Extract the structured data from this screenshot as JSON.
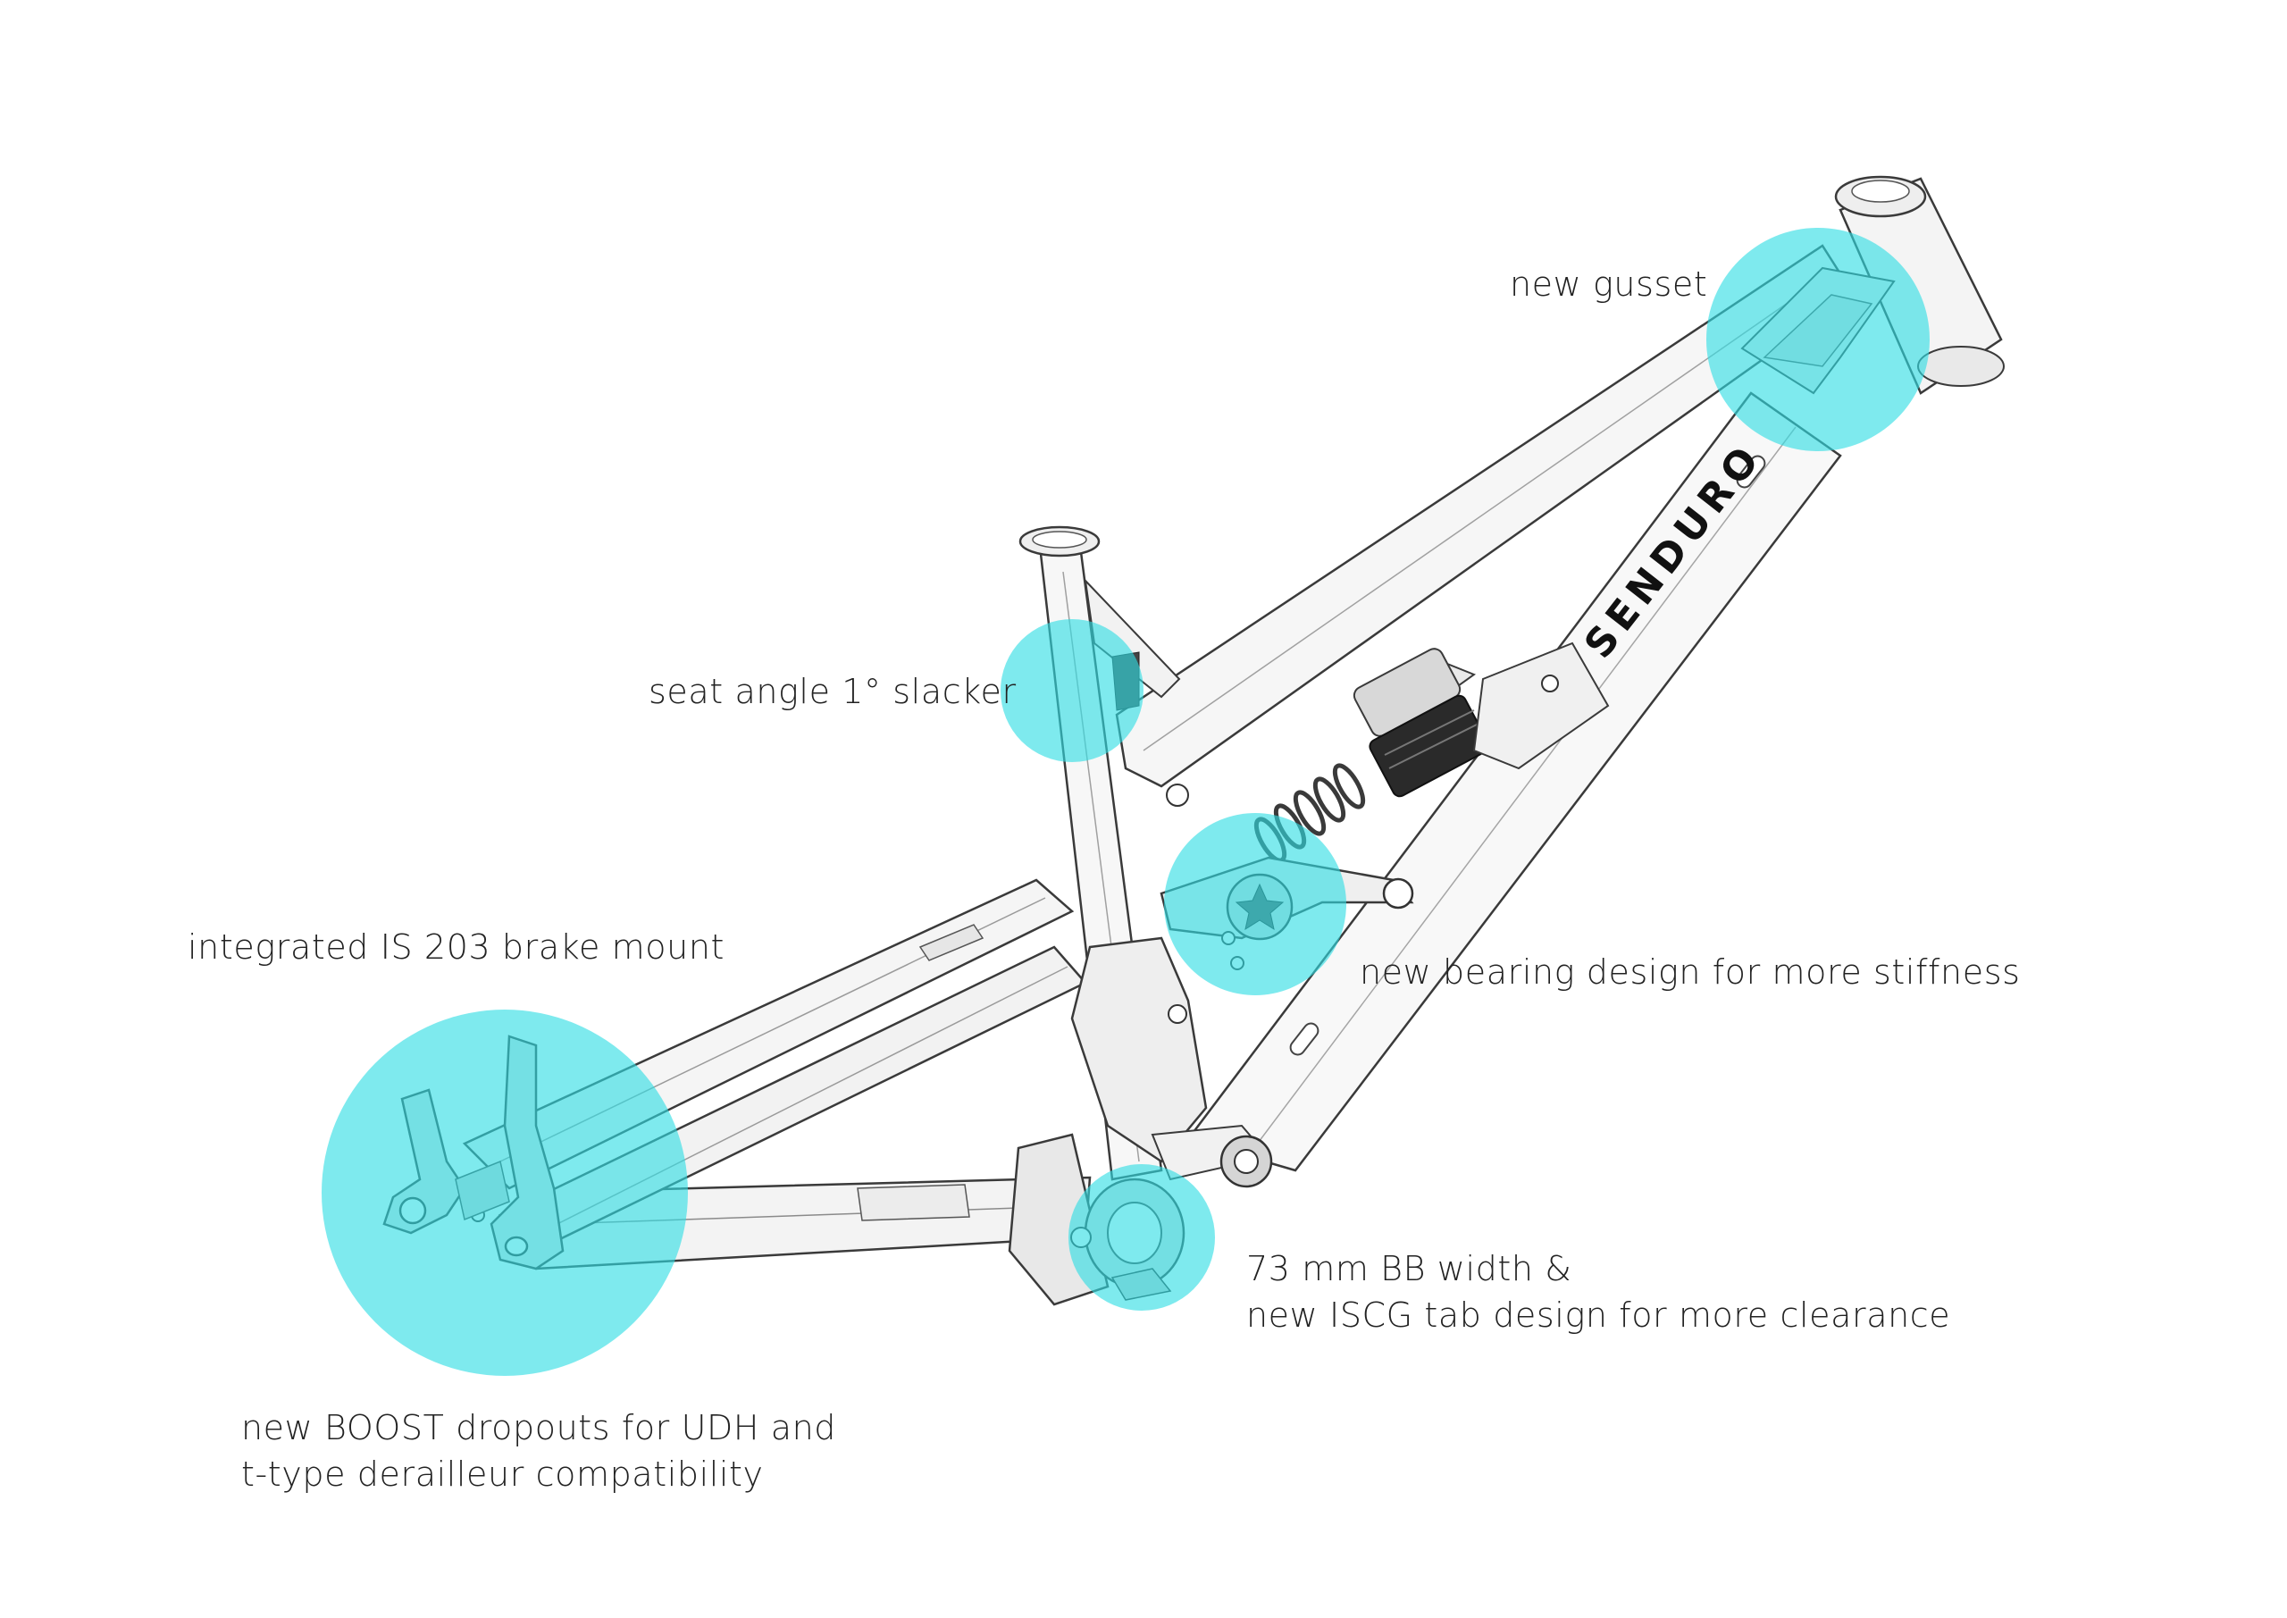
{
  "brand": {
    "downtube_text": "SENDURO"
  },
  "colors": {
    "highlight": "#2fdde3",
    "frame_fill": "#f4f4f4",
    "frame_stroke": "#3a3a3a",
    "text": "#222222"
  },
  "callouts": {
    "gusset": {
      "lines": [
        "new gusset"
      ]
    },
    "seat_angle": {
      "lines": [
        "seat angle 1° slacker"
      ]
    },
    "brake_mount": {
      "lines": [
        "integrated IS 203 brake mount"
      ]
    },
    "bearing": {
      "lines": [
        "new bearing design for more stiffness"
      ]
    },
    "bb": {
      "lines": [
        "73 mm BB width &",
        "new ISCG tab design for more clearance"
      ]
    },
    "dropouts": {
      "lines": [
        "new BOOST dropouts for UDH and",
        "t-type derailleur compatibility"
      ]
    }
  }
}
